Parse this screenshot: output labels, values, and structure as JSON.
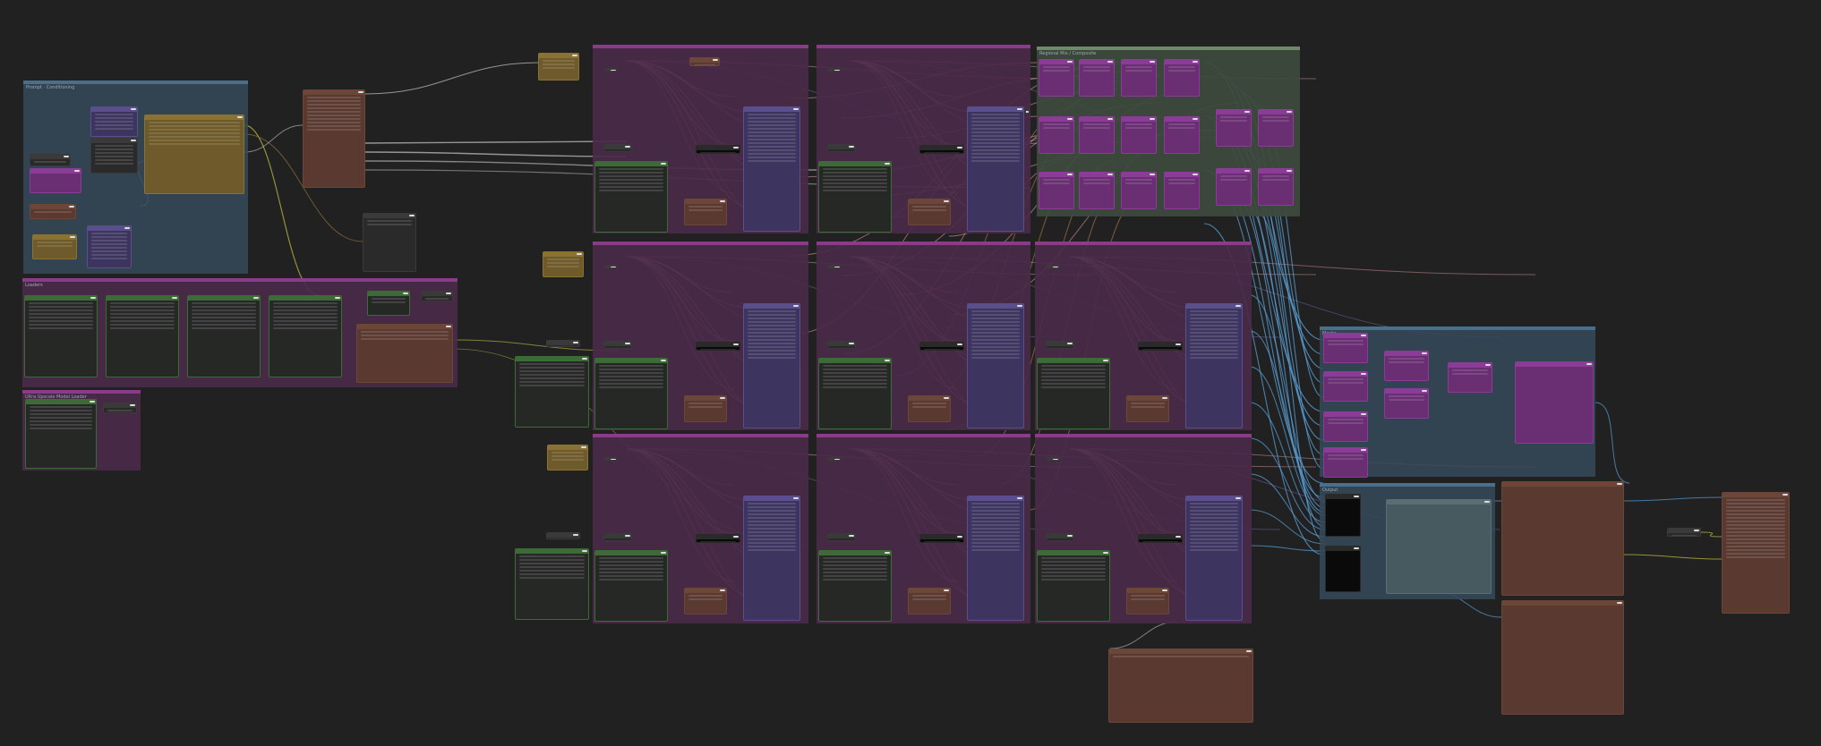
{
  "app": {
    "title": "ComfyUI node graph"
  },
  "colors": {
    "canvas": "#212121",
    "group_blue": "#35495a",
    "group_purple": "#4a2a49",
    "group_green": "#3e4a3d",
    "node_purple": "#3d3560",
    "node_green": "#2f4a2c",
    "node_gold": "#6e5a2a",
    "node_brown": "#5a3a30",
    "node_dark": "#2a2a2a",
    "wire_pink": "#e7a2a8",
    "wire_blue": "#5aa0d8",
    "wire_yellow": "#c7c24a",
    "wire_white": "#c8c8c8",
    "wire_orange": "#d8955a"
  },
  "groups": [
    {
      "id": "prompt-group",
      "title": "Prompt · Conditioning",
      "color": "blue"
    },
    {
      "id": "loaders-group",
      "title": "Loaders",
      "color": "purple"
    },
    {
      "id": "small-group",
      "title": "Ultra Upscale Model Loader",
      "color": "purple"
    },
    {
      "id": "sampler-group-1",
      "title": "",
      "color": "purple"
    },
    {
      "id": "sampler-group-2",
      "title": "",
      "color": "purple"
    },
    {
      "id": "combine-group",
      "title": "Regional Mix / Composite",
      "color": "green"
    },
    {
      "id": "sampler-group-3",
      "title": "",
      "color": "purple"
    },
    {
      "id": "sampler-group-4",
      "title": "",
      "color": "purple"
    },
    {
      "id": "sampler-group-5",
      "title": "",
      "color": "purple"
    },
    {
      "id": "sampler-group-6",
      "title": "",
      "color": "purple"
    },
    {
      "id": "sampler-group-7",
      "title": "",
      "color": "purple"
    },
    {
      "id": "sampler-group-8",
      "title": "",
      "color": "purple"
    },
    {
      "id": "mask-group",
      "title": "Masks",
      "color": "blue"
    },
    {
      "id": "preview-group",
      "title": "Output",
      "color": "blue"
    }
  ],
  "nodes": [
    {
      "id": "n1",
      "kind": "purple"
    },
    {
      "id": "n2",
      "kind": "dark"
    },
    {
      "id": "n3",
      "kind": "purple"
    },
    {
      "id": "n4",
      "kind": "gold"
    },
    {
      "id": "n5",
      "kind": "brown"
    },
    {
      "id": "n6",
      "kind": "dark"
    },
    {
      "id": "n7",
      "kind": "green"
    },
    {
      "id": "n8",
      "kind": "purple"
    },
    {
      "id": "n9",
      "kind": "brown"
    },
    {
      "id": "n10",
      "kind": "gold"
    },
    {
      "id": "n11",
      "kind": "dark"
    },
    {
      "id": "n12",
      "kind": "brown"
    },
    {
      "id": "n13",
      "kind": "brown"
    },
    {
      "id": "n14",
      "kind": "green"
    },
    {
      "id": "n15",
      "kind": "green"
    },
    {
      "id": "n16",
      "kind": "green"
    },
    {
      "id": "n17",
      "kind": "green"
    },
    {
      "id": "n18",
      "kind": "green"
    },
    {
      "id": "n19",
      "kind": "green"
    },
    {
      "id": "n20",
      "kind": "brown"
    },
    {
      "id": "n21",
      "kind": "gold"
    },
    {
      "id": "n22",
      "kind": "gold"
    },
    {
      "id": "n23",
      "kind": "gold"
    },
    {
      "id": "n24",
      "kind": "brown"
    },
    {
      "id": "n25",
      "kind": "brown"
    },
    {
      "id": "n26",
      "kind": "slate"
    },
    {
      "id": "n27",
      "kind": "dark"
    }
  ]
}
